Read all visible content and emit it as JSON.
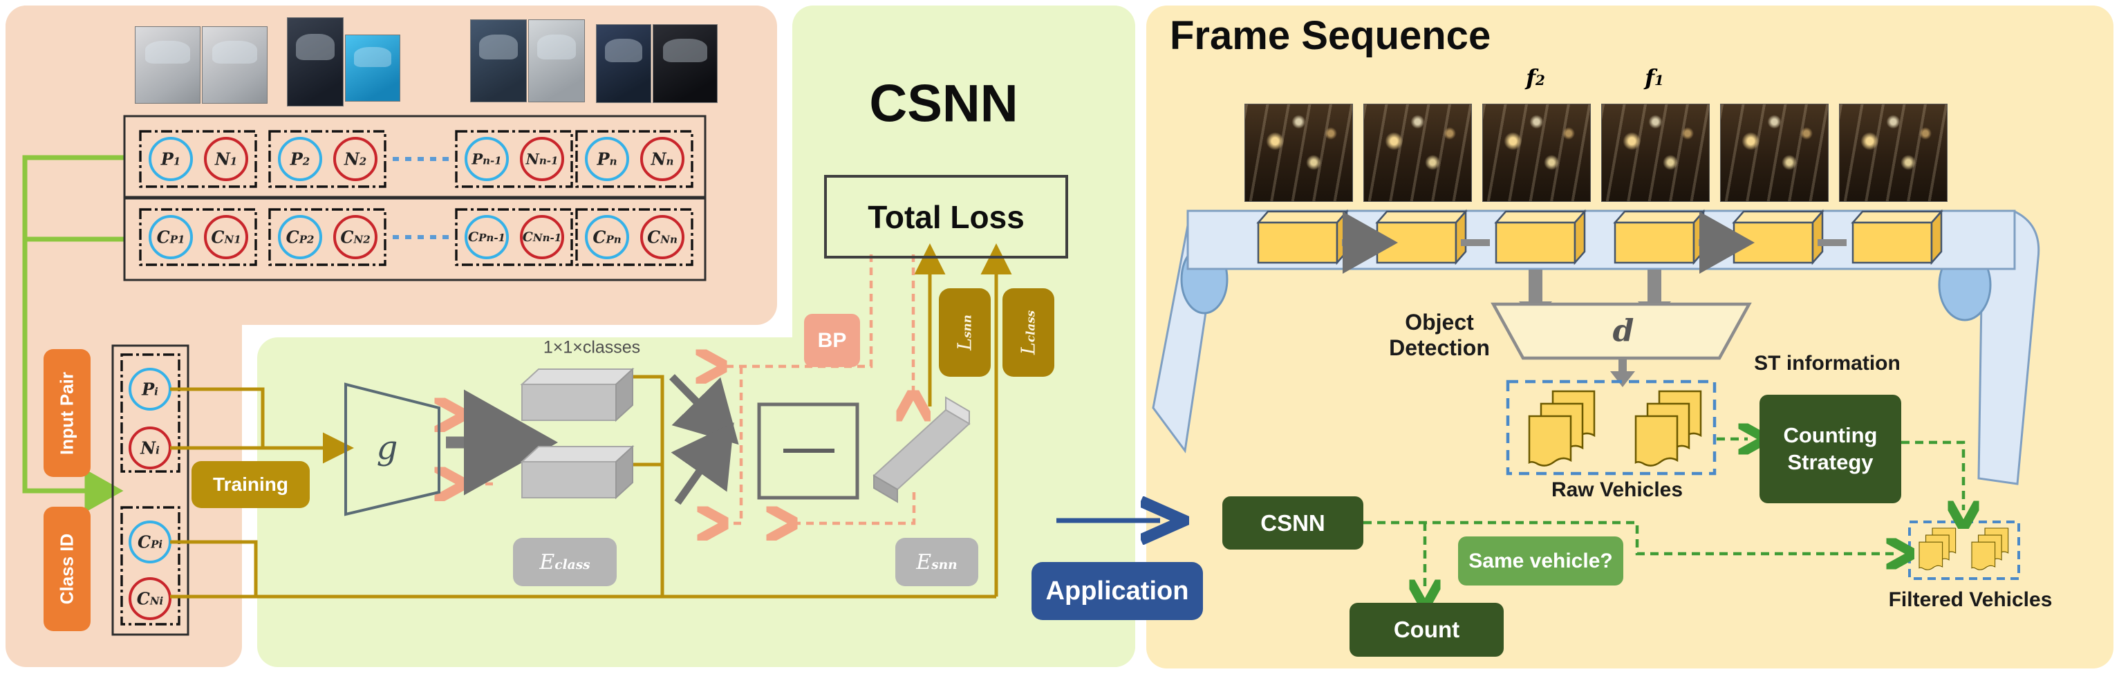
{
  "colors": {
    "pink_bg": "#f7d9c3",
    "green_bg": "#eaf6c9",
    "yellow_bg": "#fdecbb",
    "orange_tab": "#ed7d31",
    "gold": "#b8900b",
    "salmon_dash": "#f2a384",
    "dark_green": "#375623",
    "mid_green": "#6aa84f",
    "app_blue": "#2f5597",
    "bracket_green": "#8cc63f",
    "flow_green": "#3f9b35",
    "dash_blue": "#4a89c8",
    "circle_blue": "#35b1e8",
    "circle_red": "#c9252b",
    "gray": "#7a7a7a"
  },
  "training_panel": {
    "input_pair_label": "Input Pair",
    "class_id_label": "Class ID",
    "training_label": "Training",
    "row_pn": {
      "pairs": [
        {
          "lm": "P",
          "ls": "1",
          "rm": "N",
          "rs": "1"
        },
        {
          "lm": "P",
          "ls": "2",
          "rm": "N",
          "rs": "2"
        },
        {
          "lm": "P",
          "ls": "n-1",
          "rm": "N",
          "rs": "n-1"
        },
        {
          "lm": "P",
          "ls": "n",
          "rm": "N",
          "rs": "n"
        }
      ]
    },
    "row_c": {
      "pairs": [
        {
          "lm": "C",
          "ls": "P1",
          "rm": "C",
          "rs": "N1"
        },
        {
          "lm": "C",
          "ls": "P2",
          "rm": "C",
          "rs": "N2"
        },
        {
          "lm": "C",
          "ls": "Pn-1",
          "rm": "C",
          "rs": "Nn-1"
        },
        {
          "lm": "C",
          "ls": "Pn",
          "rm": "C",
          "rs": "Nn"
        }
      ]
    },
    "pair_col": {
      "p": {
        "m": "P",
        "s": "i"
      },
      "n": {
        "m": "N",
        "s": "i"
      },
      "cp": {
        "m": "C",
        "s": "Pi"
      },
      "cn": {
        "m": "C",
        "s": "Ni"
      }
    }
  },
  "csnn": {
    "title": "CSNN",
    "total_loss": "Total Loss",
    "bp": "BP",
    "conv_dims": "1×1×classes",
    "g": "g",
    "minus": "—",
    "l_snn": {
      "m": "L",
      "s": "snn"
    },
    "l_class": {
      "m": "L",
      "s": "class"
    },
    "e_class": {
      "m": "E",
      "s": "class"
    },
    "e_snn": {
      "m": "E",
      "s": "snn"
    }
  },
  "application": {
    "label": "Application"
  },
  "frame_sequence": {
    "title": "Frame Sequence",
    "f2": {
      "m": "f",
      "s": "2"
    },
    "f1": {
      "m": "f",
      "s": "1"
    },
    "object_detection_l1": "Object",
    "object_detection_l2": "Detection",
    "d": "d",
    "raw_vehicles": "Raw Vehicles",
    "st_information": "ST information",
    "counting_l1": "Counting",
    "counting_l2": "Strategy",
    "csnn_box": "CSNN",
    "same_vehicle": "Same vehicle?",
    "count": "Count",
    "filtered_vehicles": "Filtered Vehicles"
  }
}
